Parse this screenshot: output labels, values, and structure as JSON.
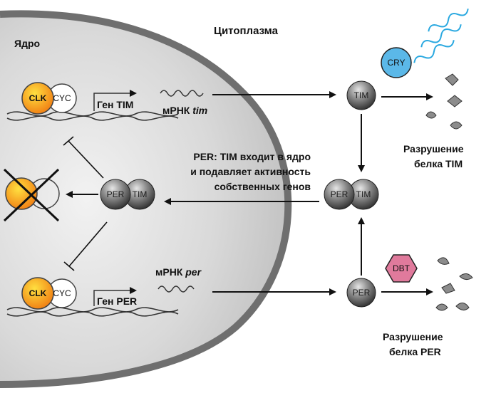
{
  "labels": {
    "nucleus": "Ядро",
    "cytoplasm": "Цитоплазма",
    "gene_tim": "Ген TIM",
    "gene_per": "Ген PER",
    "mrna_prefix": "мРНК",
    "mrna_tim_italic": "tim",
    "mrna_per_italic": "per",
    "import_line1": "PER: TIM входит в ядро",
    "import_line2": "и подавляет активность",
    "import_line3": "собственных генов",
    "degradation_tim_line1": "Разрушение",
    "degradation_tim_line2": "белка TIM",
    "degradation_per_line1": "Разрушение",
    "degradation_per_line2": "белка PER"
  },
  "proteins": {
    "clk": "CLK",
    "cyc": "CYC",
    "tim": "TIM",
    "per": "PER",
    "cry": "CRY",
    "dbt": "DBT"
  },
  "colors": {
    "clk_orange": "#f29a1f",
    "clk_yellow": "#ffe040",
    "cry_blue": "#5bb8e8",
    "light_blue": "#29a8e0",
    "dbt_pink": "#e07a9c",
    "nucleus_gray": "#cfcfcf",
    "membrane": "#6f6f6f"
  }
}
